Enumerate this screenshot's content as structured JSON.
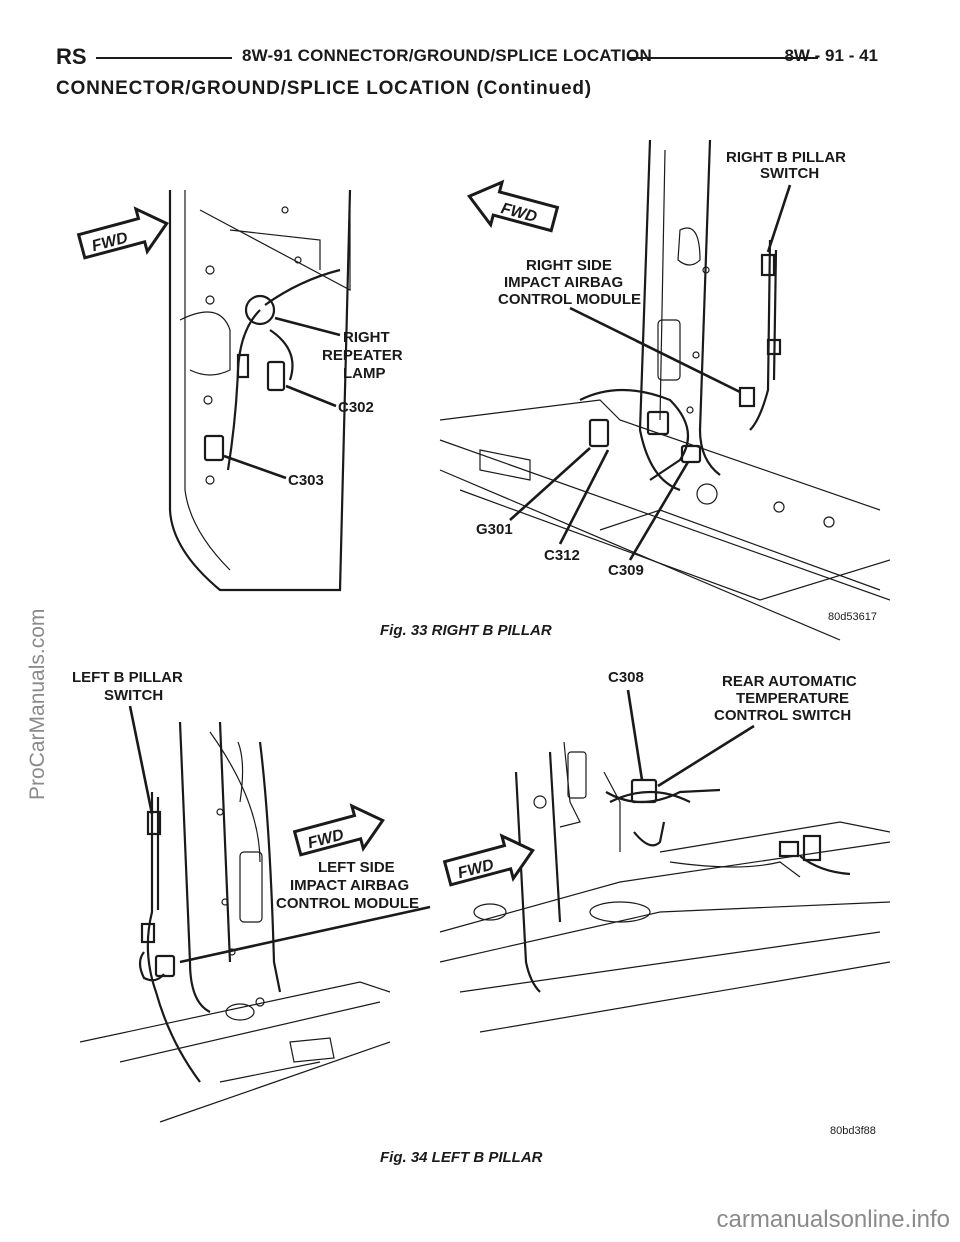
{
  "header": {
    "left": "RS",
    "title": "8W-91 CONNECTOR/GROUND/SPLICE LOCATION",
    "page": "8W - 91 - 41"
  },
  "section_title": "CONNECTOR/GROUND/SPLICE LOCATION (Continued)",
  "watermarks": {
    "side": "ProCarManuals.com",
    "bottom": "carmanualsonline.info"
  },
  "fig33": {
    "caption": "Fig. 33 RIGHT B PILLAR",
    "code": "80d53617",
    "fwd_left": "FWD",
    "fwd_right": "FWD",
    "labels": {
      "right_repeater_1": "RIGHT",
      "right_repeater_2": "REPEATER",
      "right_repeater_3": "LAMP",
      "c302": "C302",
      "c303": "C303",
      "rbp_switch_1": "RIGHT B PILLAR",
      "rbp_switch_2": "SWITCH",
      "rsi_1": "RIGHT SIDE",
      "rsi_2": "IMPACT AIRBAG",
      "rsi_3": "CONTROL MODULE",
      "g301": "G301",
      "c312": "C312",
      "c309": "C309"
    }
  },
  "fig34": {
    "caption": "Fig. 34 LEFT B PILLAR",
    "code": "80bd3f88",
    "fwd_left": "FWD",
    "fwd_right": "FWD",
    "labels": {
      "lbp_switch_1": "LEFT B PILLAR",
      "lbp_switch_2": "SWITCH",
      "lsi_1": "LEFT SIDE",
      "lsi_2": "IMPACT AIRBAG",
      "lsi_3": "CONTROL MODULE",
      "c308": "C308",
      "ratc_1": "REAR AUTOMATIC",
      "ratc_2": "TEMPERATURE",
      "ratc_3": "CONTROL SWITCH"
    }
  }
}
